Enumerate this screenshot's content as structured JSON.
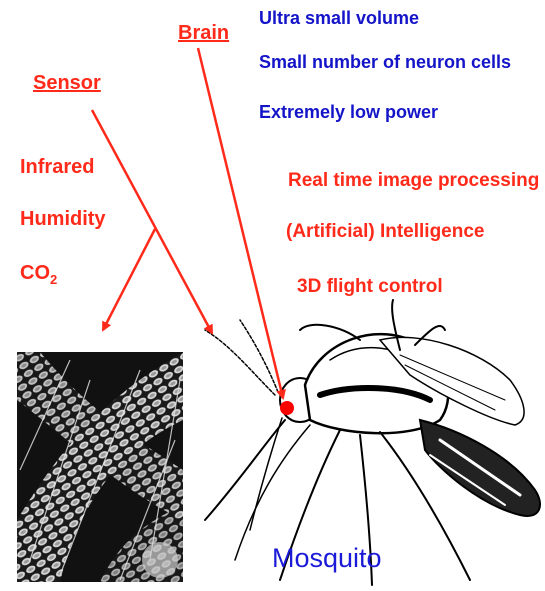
{
  "labels": {
    "brain": "Brain",
    "sensor": "Sensor",
    "mosquito": "Mosquito"
  },
  "sensor_types": [
    "Infrared",
    "Humidity",
    "CO",
    "2"
  ],
  "brain_features": [
    "Ultra small volume",
    "Small number of neuron cells",
    "Extremely low power"
  ],
  "capabilities": [
    "Real time image processing",
    "(Artificial) Intelligence",
    "3D flight control"
  ],
  "colors": {
    "red": "#ff2a1a",
    "blue": "#1414c8",
    "brain_dot": "#ff0000"
  }
}
